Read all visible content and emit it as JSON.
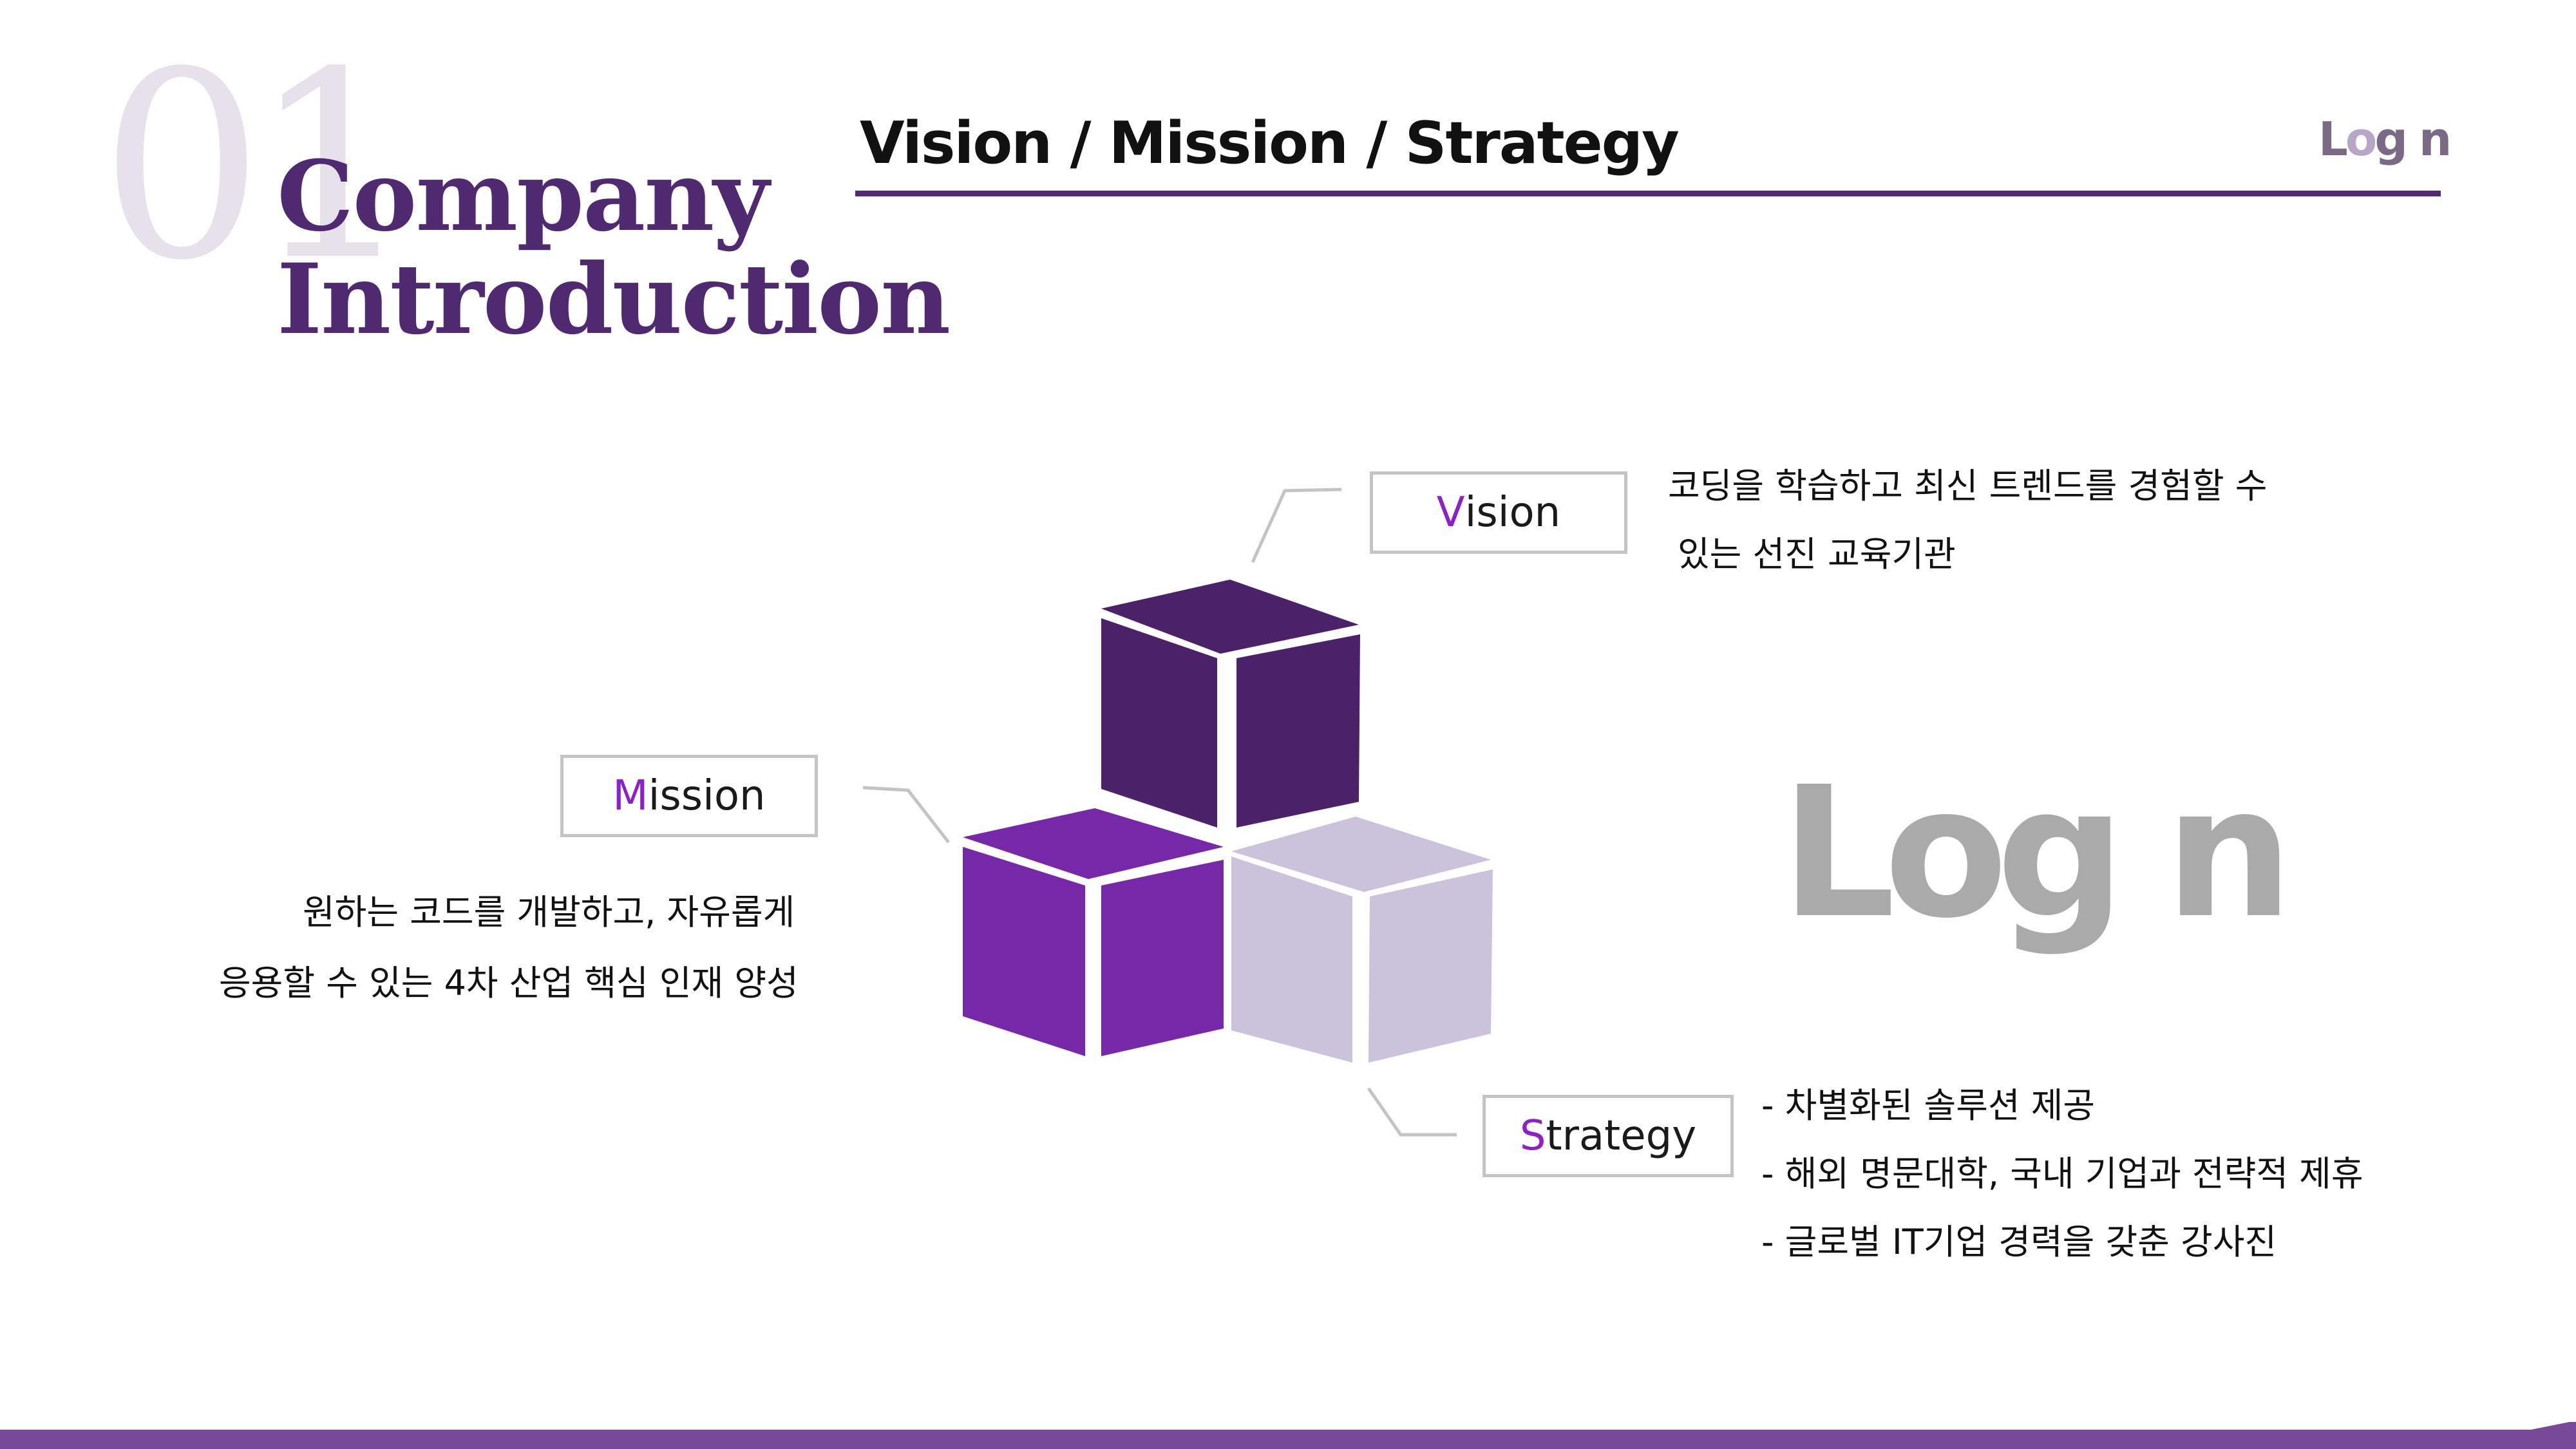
{
  "section": {
    "number": "01",
    "title_line1": "Company",
    "title_line2": "Introduction"
  },
  "header": {
    "title": "Vision / Mission / Strategy",
    "logo": {
      "part1": "L",
      "part2": "o",
      "part3": "g",
      "part4": "n"
    }
  },
  "vision": {
    "label_first": "V",
    "label_rest": "ision",
    "lines": [
      "코딩을 학습하고 최신 트렌드를 경험할 수",
      "있는 선진 교육기관"
    ]
  },
  "mission": {
    "label_first": "M",
    "label_rest": "ission",
    "lines": [
      "원하는 코드를 개발하고, 자유롭게",
      "응용할 수 있는 4차 산업 핵심 인재 양성"
    ]
  },
  "strategy": {
    "label_first": "S",
    "label_rest": "trategy",
    "lines": [
      "- 차별화된 솔루션 제공",
      "- 해외 명문대학, 국내 기업과 전략적 제휴",
      "- 글로벌 IT기업 경력을 갖춘 강사진"
    ]
  },
  "big_logo": {
    "text": "Log n"
  },
  "colors": {
    "brand_purple": "#512b72",
    "accent_violet": "#8a22c8",
    "cube_dark": "#4b2268",
    "cube_mid": "#7529a8",
    "cube_light": "#cbc2dc",
    "footer": "#7a4a9a"
  }
}
